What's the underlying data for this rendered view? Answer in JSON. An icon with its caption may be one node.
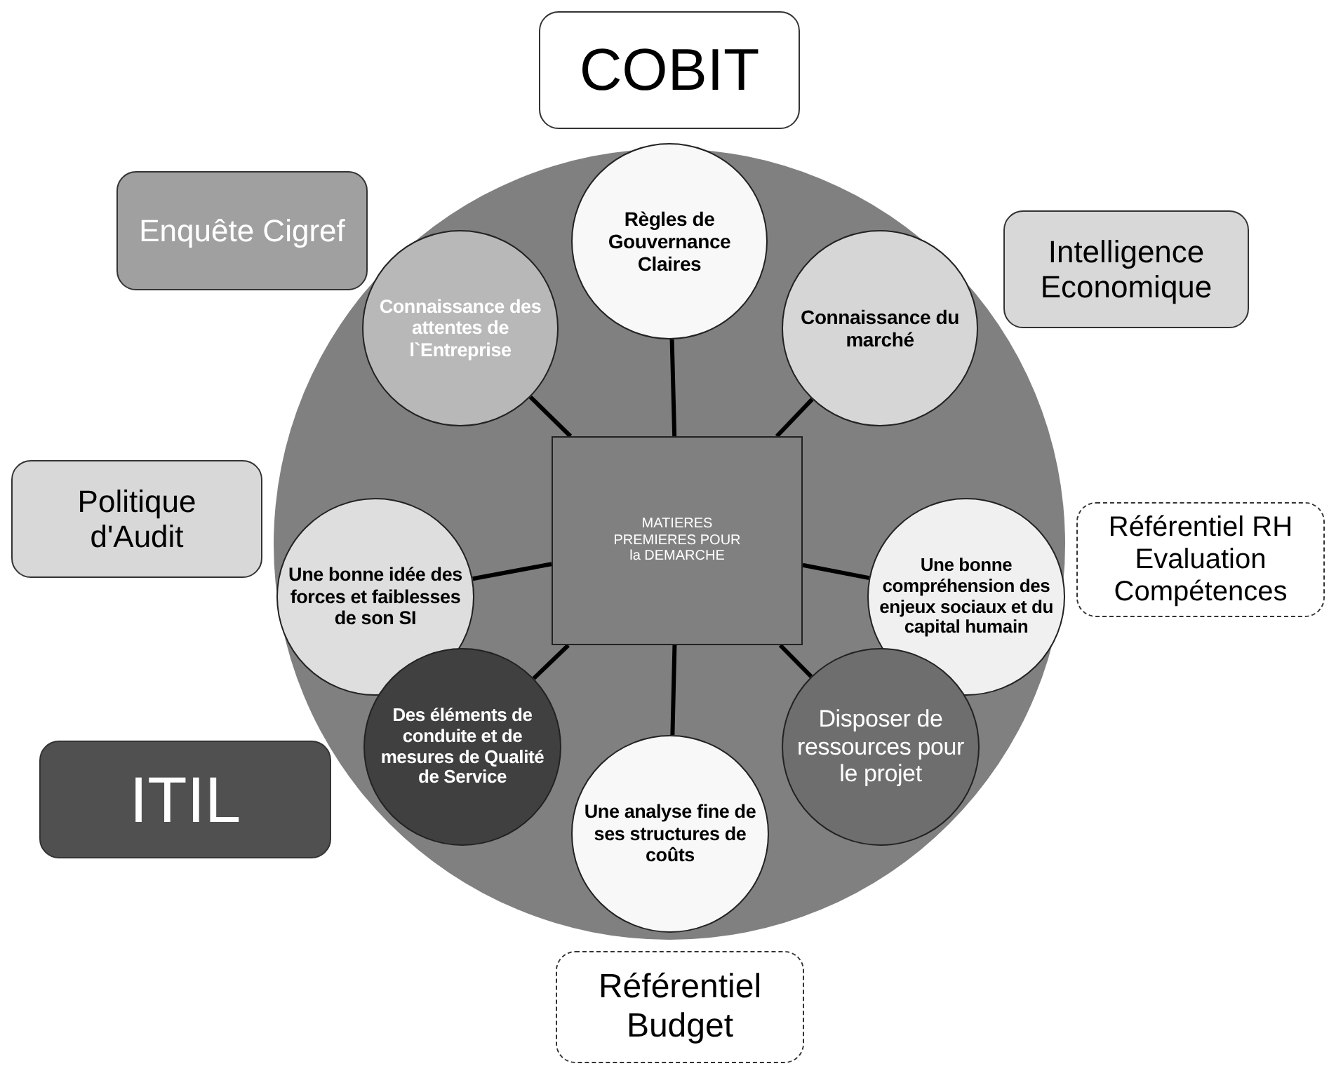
{
  "diagram": {
    "nodes": [
      {
        "text": [
          "COBIT"
        ]
      },
      {
        "text": [
          "Enquête Cigref"
        ]
      },
      {
        "text": [
          "Intelligence Economique"
        ]
      },
      {
        "text": [],
        "shape": "circle"
      },
      {
        "text": [
          "Règles de Gouvernance Claires"
        ],
        "in": 3
      },
      {
        "text": [
          "Connaissance des attentes de l`Entreprise"
        ],
        "in": 3
      },
      {
        "text": [
          "Connaissance du marché"
        ],
        "in": 3
      },
      {
        "text": [
          "MATIERES PREMIERES POUR la DEMARCHE"
        ],
        "in": 3
      },
      {
        "text": [
          "Une bonne idée des forces et faiblesses de son SI"
        ],
        "in": 3
      },
      {
        "text": [
          "Une bonne compréhension des enjeux sociaux et du capital humain"
        ],
        "in": 3
      },
      {
        "text": [
          "Des éléments de conduite et de mesures de Qualité de Service"
        ],
        "in": 3
      },
      {
        "text": [
          "Disposer de ressources pour le projet"
        ],
        "in": 3
      },
      {
        "text": [
          "Une analyse fine de ses structures de coûts"
        ],
        "in": 3
      },
      {
        "text": [
          "Politique d'Audit"
        ]
      },
      {
        "text": [
          "Référentiel RH Evaluation Compétences"
        ]
      },
      {
        "text": [
          "ITIL"
        ]
      },
      {
        "text": [
          "Référentiel Budget"
        ]
      }
    ],
    "edges": [
      {
        "from": 7,
        "to": 4,
        "arrow": "none"
      },
      {
        "from": 7,
        "to": 5,
        "arrow": "none"
      },
      {
        "from": 7,
        "to": 6,
        "arrow": "none"
      },
      {
        "from": 7,
        "to": 8,
        "arrow": "none"
      },
      {
        "from": 7,
        "to": 9,
        "arrow": "none"
      },
      {
        "from": 7,
        "to": 10,
        "arrow": "none"
      },
      {
        "from": 7,
        "to": 11,
        "arrow": "none"
      },
      {
        "from": 7,
        "to": 12,
        "arrow": "none"
      }
    ]
  }
}
